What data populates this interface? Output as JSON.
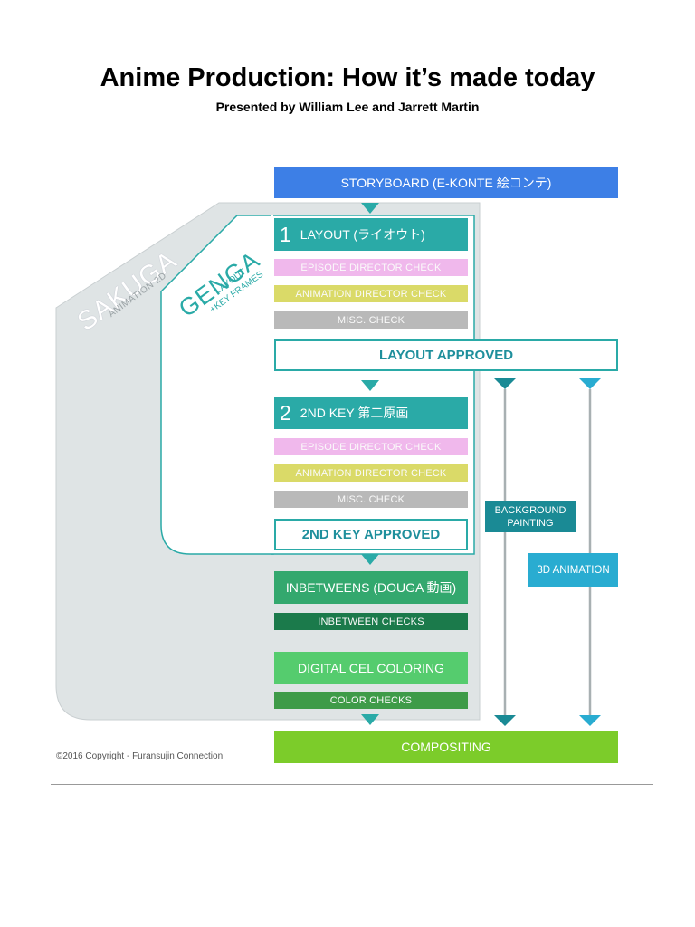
{
  "header": {
    "title": "Anime Production: How it’s made today",
    "subtitle": "Presented by William Lee and Jarrett Martin"
  },
  "diagram": {
    "storyboard": "STORYBOARD (E-KONTE 絵コンテ)",
    "sakuga": {
      "label": "SAKUGA",
      "sub": "ANIMATION 2D"
    },
    "genga": {
      "label": "GENGA",
      "sub1": "LAYOUT",
      "sub2": "+KEY FRAMES"
    },
    "layout": {
      "number": "1",
      "label": "LAYOUT (ライオウト)"
    },
    "checks": {
      "episode_director": "EPISODE DIRECTOR CHECK",
      "animation_director": "ANIMATION DIRECTOR CHECK",
      "misc": "MISC. CHECK"
    },
    "layout_approved": "LAYOUT APPROVED",
    "second_key": {
      "number": "2",
      "label": "2ND KEY 第二原画"
    },
    "second_key_approved": "2ND KEY APPROVED",
    "inbetweens": "INBETWEENS (DOUGA 動画)",
    "inbetween_checks": "INBETWEEN CHECKS",
    "digital_cel": "DIGITAL CEL COLORING",
    "color_checks": "COLOR CHECKS",
    "background_painting": "BACKGROUND PAINTING",
    "animation_3d": "3D ANIMATION",
    "compositing": "COMPOSITING"
  },
  "colors": {
    "storyboard": "#3d7fe6",
    "teal": "#2aaaa7",
    "pink": "#f0b8ec",
    "yellow": "#dada68",
    "gray": "#b9b9b9",
    "inbetween": "#33a86e",
    "dark_green": "#1b7a4b",
    "cel": "#55cc6e",
    "color_check": "#3e9b48",
    "background": "#1a8a95",
    "animation_3d": "#29acd1",
    "compositing": "#7ccc2a",
    "sakuga_bg": "#dfe4e5"
  },
  "footer": {
    "copyright": "©2016 Copyright - Furansujin Connection"
  }
}
